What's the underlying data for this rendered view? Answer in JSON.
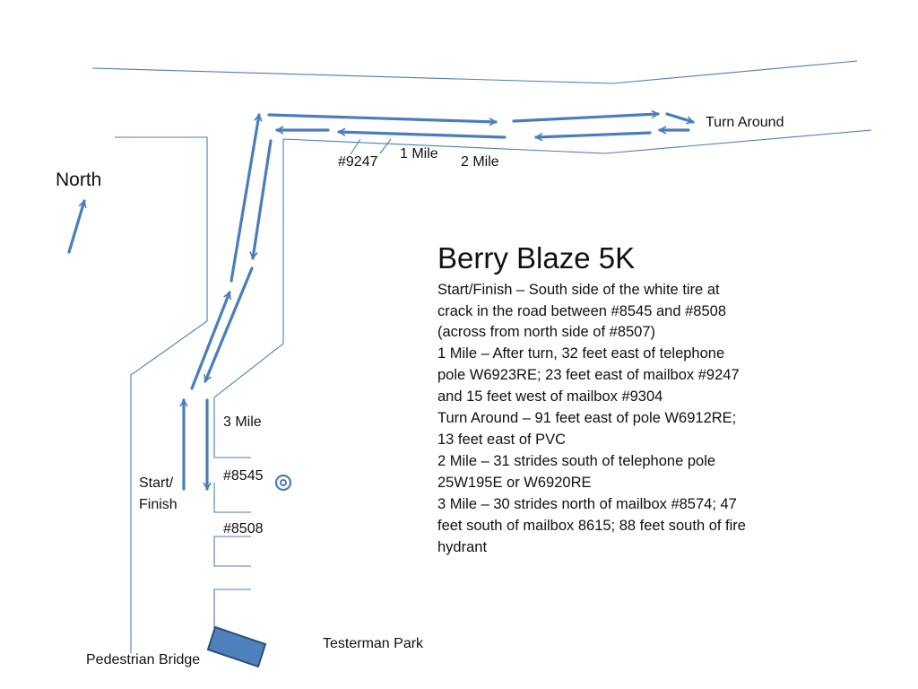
{
  "title": "Berry Blaze 5K",
  "description_lines": [
    "Start/Finish – South side of the white tire at",
    "crack in the road between #8545 and #8508",
    "(across from north side of #8507)",
    "1 Mile – After turn, 32 feet east of telephone",
    "pole W6923RE; 23 feet east of mailbox #9247",
    "and 15 feet west of mailbox #9304",
    "Turn Around – 91 feet east of pole W6912RE;",
    "13 feet east of PVC",
    "2 Mile – 31 strides south of telephone pole",
    "25W195E or W6920RE",
    "3 Mile – 30 strides north of mailbox #8574; 47",
    "feet south of mailbox 8615; 88 feet south of fire",
    "hydrant"
  ],
  "labels": {
    "north": "North",
    "turn_around": "Turn Around",
    "mailbox_9247": "#9247",
    "one_mile": "1 Mile",
    "two_mile": "2 Mile",
    "three_mile": "3 Mile",
    "mailbox_8545": "#8545",
    "mailbox_8508": "#8508",
    "start_line1": "Start/",
    "start_line2": "Finish",
    "pedestrian_bridge": "Pedestrian Bridge",
    "testerman_park": "Testerman Park"
  },
  "colors": {
    "route": "#4A7EBB",
    "road": "#4A7EBB",
    "bridge_fill": "#4F81BD",
    "bridge_stroke": "#2C4D75"
  }
}
